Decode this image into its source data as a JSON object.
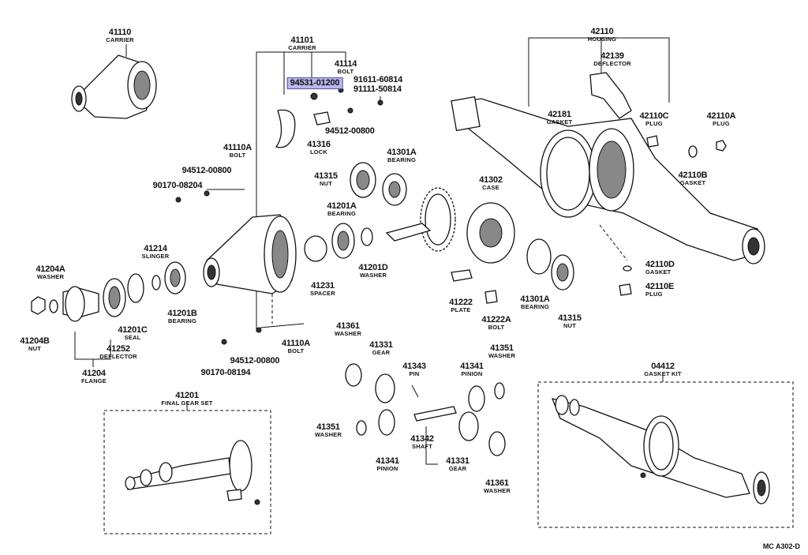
{
  "diagram_code": "MC A302-D",
  "highlighted_part": "94531-01200",
  "labels": [
    {
      "id": "l41110",
      "num": "41110",
      "name": "CARRIER"
    },
    {
      "id": "l41101",
      "num": "41101",
      "name": "CARRIER"
    },
    {
      "id": "l41114",
      "num": "41114",
      "name": "BOLT"
    },
    {
      "id": "l94531",
      "num": "94531-01200",
      "name": ""
    },
    {
      "id": "l91611",
      "num": "91611-60814",
      "name": ""
    },
    {
      "id": "l91111",
      "num": "91111-50814",
      "name": ""
    },
    {
      "id": "l94512a",
      "num": "94512-00800",
      "name": ""
    },
    {
      "id": "l41316",
      "num": "41316",
      "name": "LOCK"
    },
    {
      "id": "l41110A1",
      "num": "41110A",
      "name": "BOLT"
    },
    {
      "id": "l94512b",
      "num": "94512-00800",
      "name": ""
    },
    {
      "id": "l90170a",
      "num": "90170-08204",
      "name": ""
    },
    {
      "id": "l41315a",
      "num": "41315",
      "name": "NUT"
    },
    {
      "id": "l41301Aa",
      "num": "41301A",
      "name": "BEARING"
    },
    {
      "id": "l41302",
      "num": "41302",
      "name": "CASE"
    },
    {
      "id": "l42110",
      "num": "42110",
      "name": "HOUSING"
    },
    {
      "id": "l42139",
      "num": "42139",
      "name": "DEFLECTOR"
    },
    {
      "id": "l42181",
      "num": "42181",
      "name": "GASKET"
    },
    {
      "id": "l42110C",
      "num": "42110C",
      "name": "PLUG"
    },
    {
      "id": "l42110A",
      "num": "42110A",
      "name": "PLUG"
    },
    {
      "id": "l42110B",
      "num": "42110B",
      "name": "GASKET"
    },
    {
      "id": "l41201A",
      "num": "41201A",
      "name": "BEARING"
    },
    {
      "id": "l41201D",
      "num": "41201D",
      "name": "WASHER"
    },
    {
      "id": "l41214",
      "num": "41214",
      "name": "SLINGER"
    },
    {
      "id": "l41204A",
      "num": "41204A",
      "name": "WASHER"
    },
    {
      "id": "l41204B",
      "num": "41204B",
      "name": "NUT"
    },
    {
      "id": "l41201B",
      "num": "41201B",
      "name": "BEARING"
    },
    {
      "id": "l41201C",
      "num": "41201C",
      "name": "SEAL"
    },
    {
      "id": "l41252",
      "num": "41252",
      "name": "DEFLECTOR"
    },
    {
      "id": "l41204",
      "num": "41204",
      "name": "FLANGE"
    },
    {
      "id": "l41231",
      "num": "41231",
      "name": "SPACER"
    },
    {
      "id": "l41222",
      "num": "41222",
      "name": "PLATE"
    },
    {
      "id": "l41222A",
      "num": "41222A",
      "name": "BOLT"
    },
    {
      "id": "l41301Ab",
      "num": "41301A",
      "name": "BEARING"
    },
    {
      "id": "l41315b",
      "num": "41315",
      "name": "NUT"
    },
    {
      "id": "l42110D",
      "num": "42110D",
      "name": "GASKET"
    },
    {
      "id": "l42110E",
      "num": "42110E",
      "name": "PLUG"
    },
    {
      "id": "l41110A2",
      "num": "41110A",
      "name": "BOLT"
    },
    {
      "id": "l94512c",
      "num": "94512-00800",
      "name": ""
    },
    {
      "id": "l90170b",
      "num": "90170-08194",
      "name": ""
    },
    {
      "id": "l41361a",
      "num": "41361",
      "name": "WASHER"
    },
    {
      "id": "l41331a",
      "num": "41331",
      "name": "GEAR"
    },
    {
      "id": "l41343",
      "num": "41343",
      "name": "PIN"
    },
    {
      "id": "l41341a",
      "num": "41341",
      "name": "PINION"
    },
    {
      "id": "l41351a",
      "num": "41351",
      "name": "WASHER"
    },
    {
      "id": "l41201",
      "num": "41201",
      "name": "FINAL GEAR SET"
    },
    {
      "id": "l04412",
      "num": "04412",
      "name": "GASKET KIT"
    },
    {
      "id": "l41351b",
      "num": "41351",
      "name": "WASHER"
    },
    {
      "id": "l41341b",
      "num": "41341",
      "name": "PINION"
    },
    {
      "id": "l41342",
      "num": "41342",
      "name": "SHAFT"
    },
    {
      "id": "l41331b",
      "num": "41331",
      "name": "GEAR"
    },
    {
      "id": "l41361b",
      "num": "41361",
      "name": "WASHER"
    }
  ]
}
